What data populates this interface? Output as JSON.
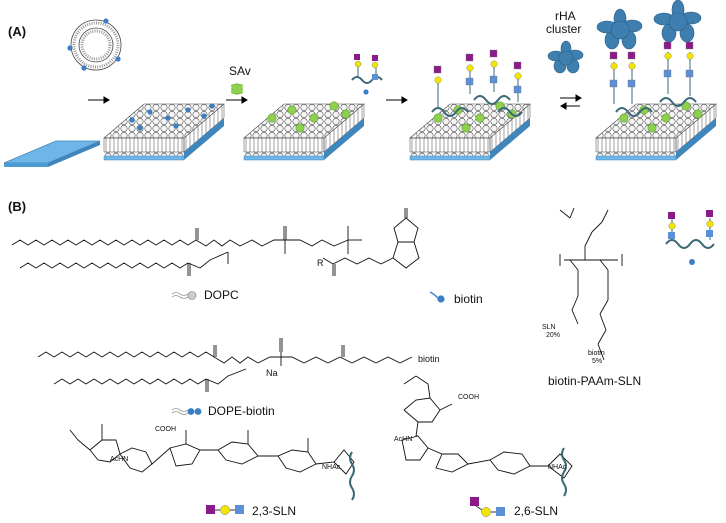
{
  "panels": {
    "a": "(A)",
    "b": "(B)"
  },
  "stepA": {
    "sav": "SAv",
    "cluster_line1": "rHA",
    "cluster_line2": "cluster"
  },
  "structures": {
    "dopc": "DOPC",
    "biotin": "biotin",
    "biotin_r": "R",
    "dope_biotin": "DOPE-biotin",
    "dope_na": "Na",
    "dope_biotin_tag": "biotin",
    "paam": "biotin-PAAm-SLN",
    "paam_sln": "SLN",
    "paam_sln_pct": "20%",
    "paam_biotin": "biotin",
    "paam_biotin_pct": "5%",
    "sln23": "2,3-SLN",
    "sln26": "2,6-SLN",
    "cooh": "COOH",
    "nhac": "NHAc",
    "achn": "AcHN"
  },
  "colors": {
    "substrate": "#6fb6e8",
    "streptavidin": "#8fd14f",
    "sialic_acid": "#8b1a8b",
    "galactose": "#f2e600",
    "glcnac": "#5b8fd6",
    "polymer": "#3a6a78",
    "hemagglutinin": "#3e7fb0"
  }
}
